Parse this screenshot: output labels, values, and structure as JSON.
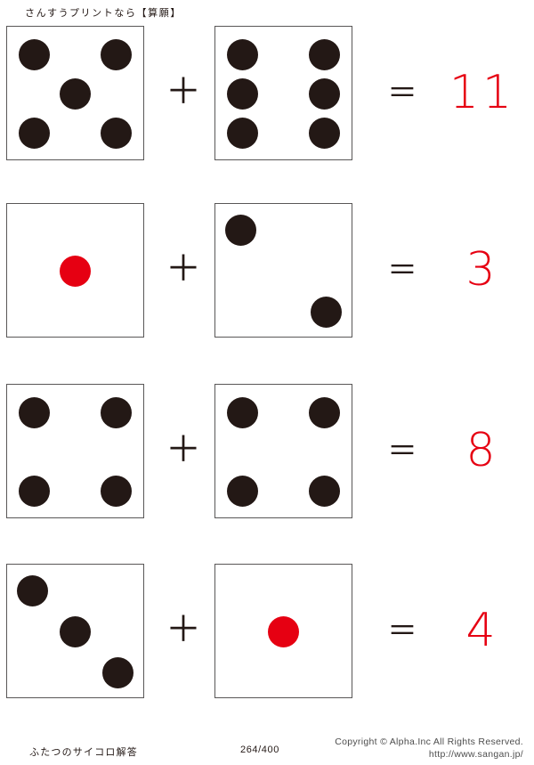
{
  "header": {
    "title": "さんすうプリントなら【算願】"
  },
  "worksheet": {
    "operator_plus": "＋",
    "operator_equals": "＝",
    "colors": {
      "pip_black": "#231815",
      "pip_red": "#e60012",
      "die_border": "#595757",
      "answer_red": "#e60012"
    },
    "problems": [
      {
        "index": "1",
        "left_die": {
          "value": 5,
          "pip_color": "black",
          "pattern": [
            "top-left",
            "top-right",
            "center",
            "bottom-left",
            "bottom-right"
          ]
        },
        "right_die": {
          "value": 6,
          "pip_color": "black",
          "pattern": [
            "top-left",
            "top-right",
            "middle-left",
            "middle-right",
            "bottom-left",
            "bottom-right"
          ]
        },
        "answer": "11"
      },
      {
        "index": "2",
        "left_die": {
          "value": 1,
          "pip_color": "red",
          "pattern": [
            "center"
          ]
        },
        "right_die": {
          "value": 2,
          "pip_color": "black",
          "pattern": [
            "top-left",
            "bottom-right"
          ]
        },
        "answer": "3"
      },
      {
        "index": "3",
        "left_die": {
          "value": 4,
          "pip_color": "black",
          "pattern": [
            "top-left",
            "top-right",
            "bottom-left",
            "bottom-right"
          ]
        },
        "right_die": {
          "value": 4,
          "pip_color": "black",
          "pattern": [
            "top-left",
            "top-right",
            "bottom-left",
            "bottom-right"
          ]
        },
        "answer": "8"
      },
      {
        "index": "4",
        "left_die": {
          "value": 3,
          "pip_color": "black",
          "pattern": [
            "top-left",
            "center",
            "bottom-right"
          ]
        },
        "right_die": {
          "value": 1,
          "pip_color": "red",
          "pattern": [
            "center"
          ]
        },
        "answer": "4"
      }
    ]
  },
  "footer": {
    "worksheet_name": "ふたつのサイコロ解答",
    "page": "264/400",
    "copyright": "Copyright ©  Alpha.Inc All Rights Reserved.",
    "url": "http://www.sangan.jp/"
  }
}
